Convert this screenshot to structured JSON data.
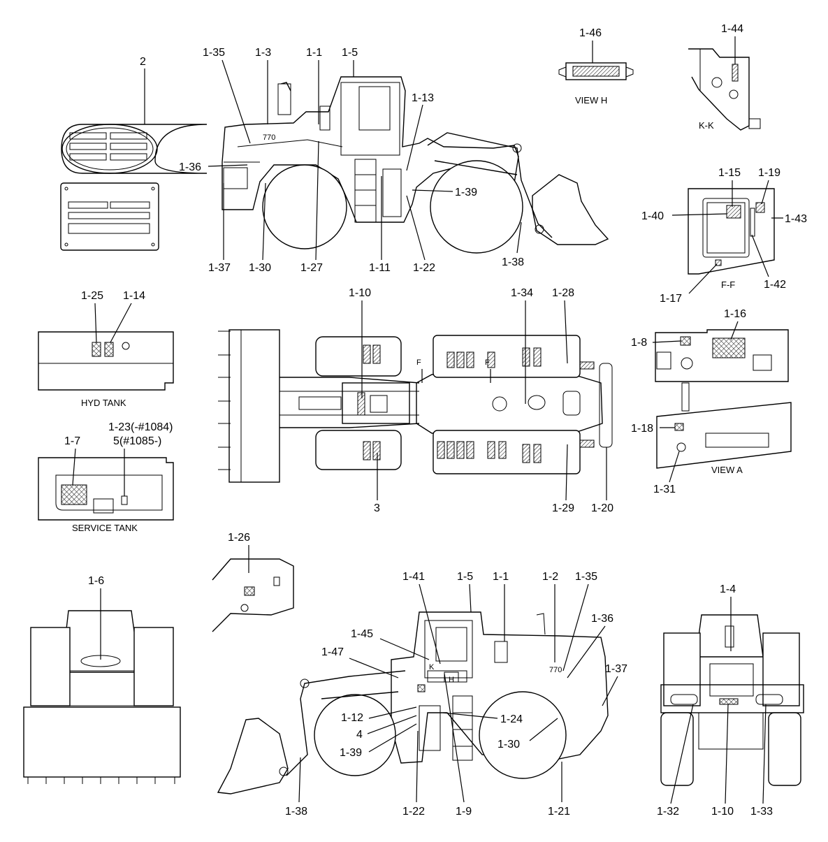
{
  "labels": {
    "side_top": [
      "2",
      "1-35",
      "1-3",
      "1-1",
      "1-5",
      "1-13",
      "1-36",
      "1-39",
      "1-37",
      "1-30",
      "1-27",
      "1-11",
      "1-22",
      "1-38"
    ],
    "view_h": [
      "1-46",
      "VIEW H"
    ],
    "kk": [
      "1-44",
      "K-K"
    ],
    "ff": [
      "1-15",
      "1-19",
      "1-40",
      "1-43",
      "1-17",
      "F-F",
      "1-42"
    ],
    "hyd": [
      "1-25",
      "1-14",
      "HYD TANK"
    ],
    "service": [
      "1-23(-#1084)",
      "5(#1085-)",
      "1-7",
      "SERVICE TANK"
    ],
    "top_view": [
      "1-10",
      "1-34",
      "1-28",
      "3",
      "1-29",
      "1-20",
      "F",
      "F"
    ],
    "view_a": [
      "1-16",
      "1-8",
      "1-18",
      "VIEW A",
      "1-31"
    ],
    "front": [
      "1-6"
    ],
    "detail": [
      "1-26"
    ],
    "side_bottom": [
      "1-41",
      "1-5",
      "1-1",
      "1-2",
      "1-35",
      "1-36",
      "1-45",
      "1-47",
      "1-37",
      "K",
      "H",
      "1-12",
      "1-24",
      "4",
      "1-30",
      "1-39",
      "1-38",
      "1-22",
      "1-9",
      "1-21"
    ],
    "rear": [
      "1-4",
      "1-32",
      "1-10",
      "1-33"
    ],
    "model_marks": [
      "770",
      "770"
    ]
  }
}
